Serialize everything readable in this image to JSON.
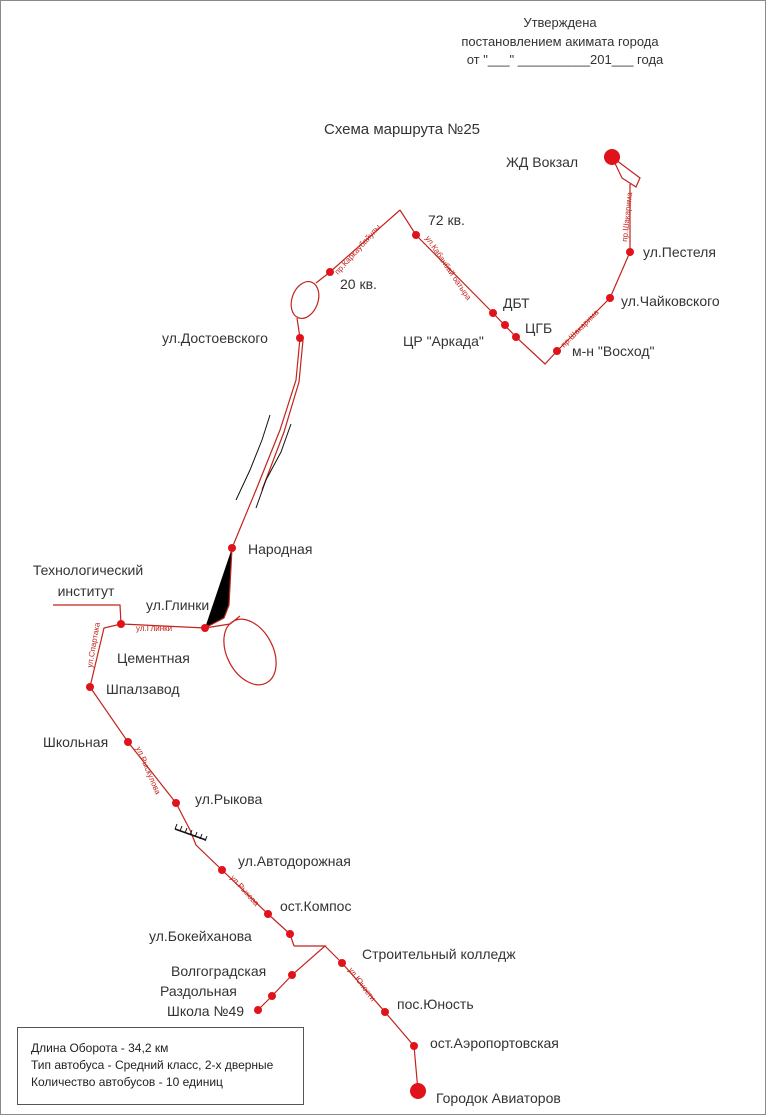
{
  "header": {
    "line1": "Утверждена",
    "line2": "постановлением акимата города",
    "line3": "от  \"___\" __________201___ года"
  },
  "title": "Схема маршрута №25",
  "stops": {
    "zhd_vokzal": "ЖД Вокзал",
    "pestelya": "ул.Пестеля",
    "chaikovskogo": "ул.Чайковского",
    "voskhod": "м-н \"Восход\"",
    "tsgb": "ЦГБ",
    "dbt": "ДБТ",
    "arkada": "ЦР \"Аркада\"",
    "kv72": "72 кв.",
    "kv20": "20 кв.",
    "dostoevskogo": "ул.Достоевского",
    "narodnaya": "Народная",
    "glinki": "ул.Глинки",
    "tech_inst_1": "Технологический",
    "tech_inst_2": "институт",
    "cementnaya": "Цементная",
    "shpalzavod": "Шпалзавод",
    "shkolnaya": "Школьная",
    "rykova": "ул.Рыкова",
    "avtodorozhnaya": "ул.Автодорожная",
    "kompos": "ост.Компос",
    "bokeykhanova": "ул.Бокейханова",
    "stroitelny": "Строительный колледж",
    "volgogradskaya": "Волгоградская",
    "razdolnaya": "Раздольная",
    "shkola49": "Школа №49",
    "yunost": "пос.Юность",
    "aeroportovskaya": "ост.Аэропортовская",
    "gorodok": "Городок Авиаторов"
  },
  "streets": {
    "shakarima_top": "пр.Шакарима",
    "shakarima_bottom": "пр.Шакарима",
    "kabanbai": "ул.Кабанбай батыра",
    "karkaraly": "пр.Каркаубайулы",
    "glinki": "ул.Глинки",
    "spartaka": "ул.Спартака",
    "ryskulova": "ул.Рыскулова",
    "rykova": "ул.Рыкова",
    "yunosti": "ул.Юности"
  },
  "legend": {
    "length": "Длина Оборота - 34,2 км",
    "bus_type": "Тип автобуса - Средний класс, 2-х дверные",
    "bus_count": "Количество автобусов - 10 единиц"
  },
  "colors": {
    "route": "#c2231c",
    "stop": "#e0121a",
    "text": "#333333"
  }
}
